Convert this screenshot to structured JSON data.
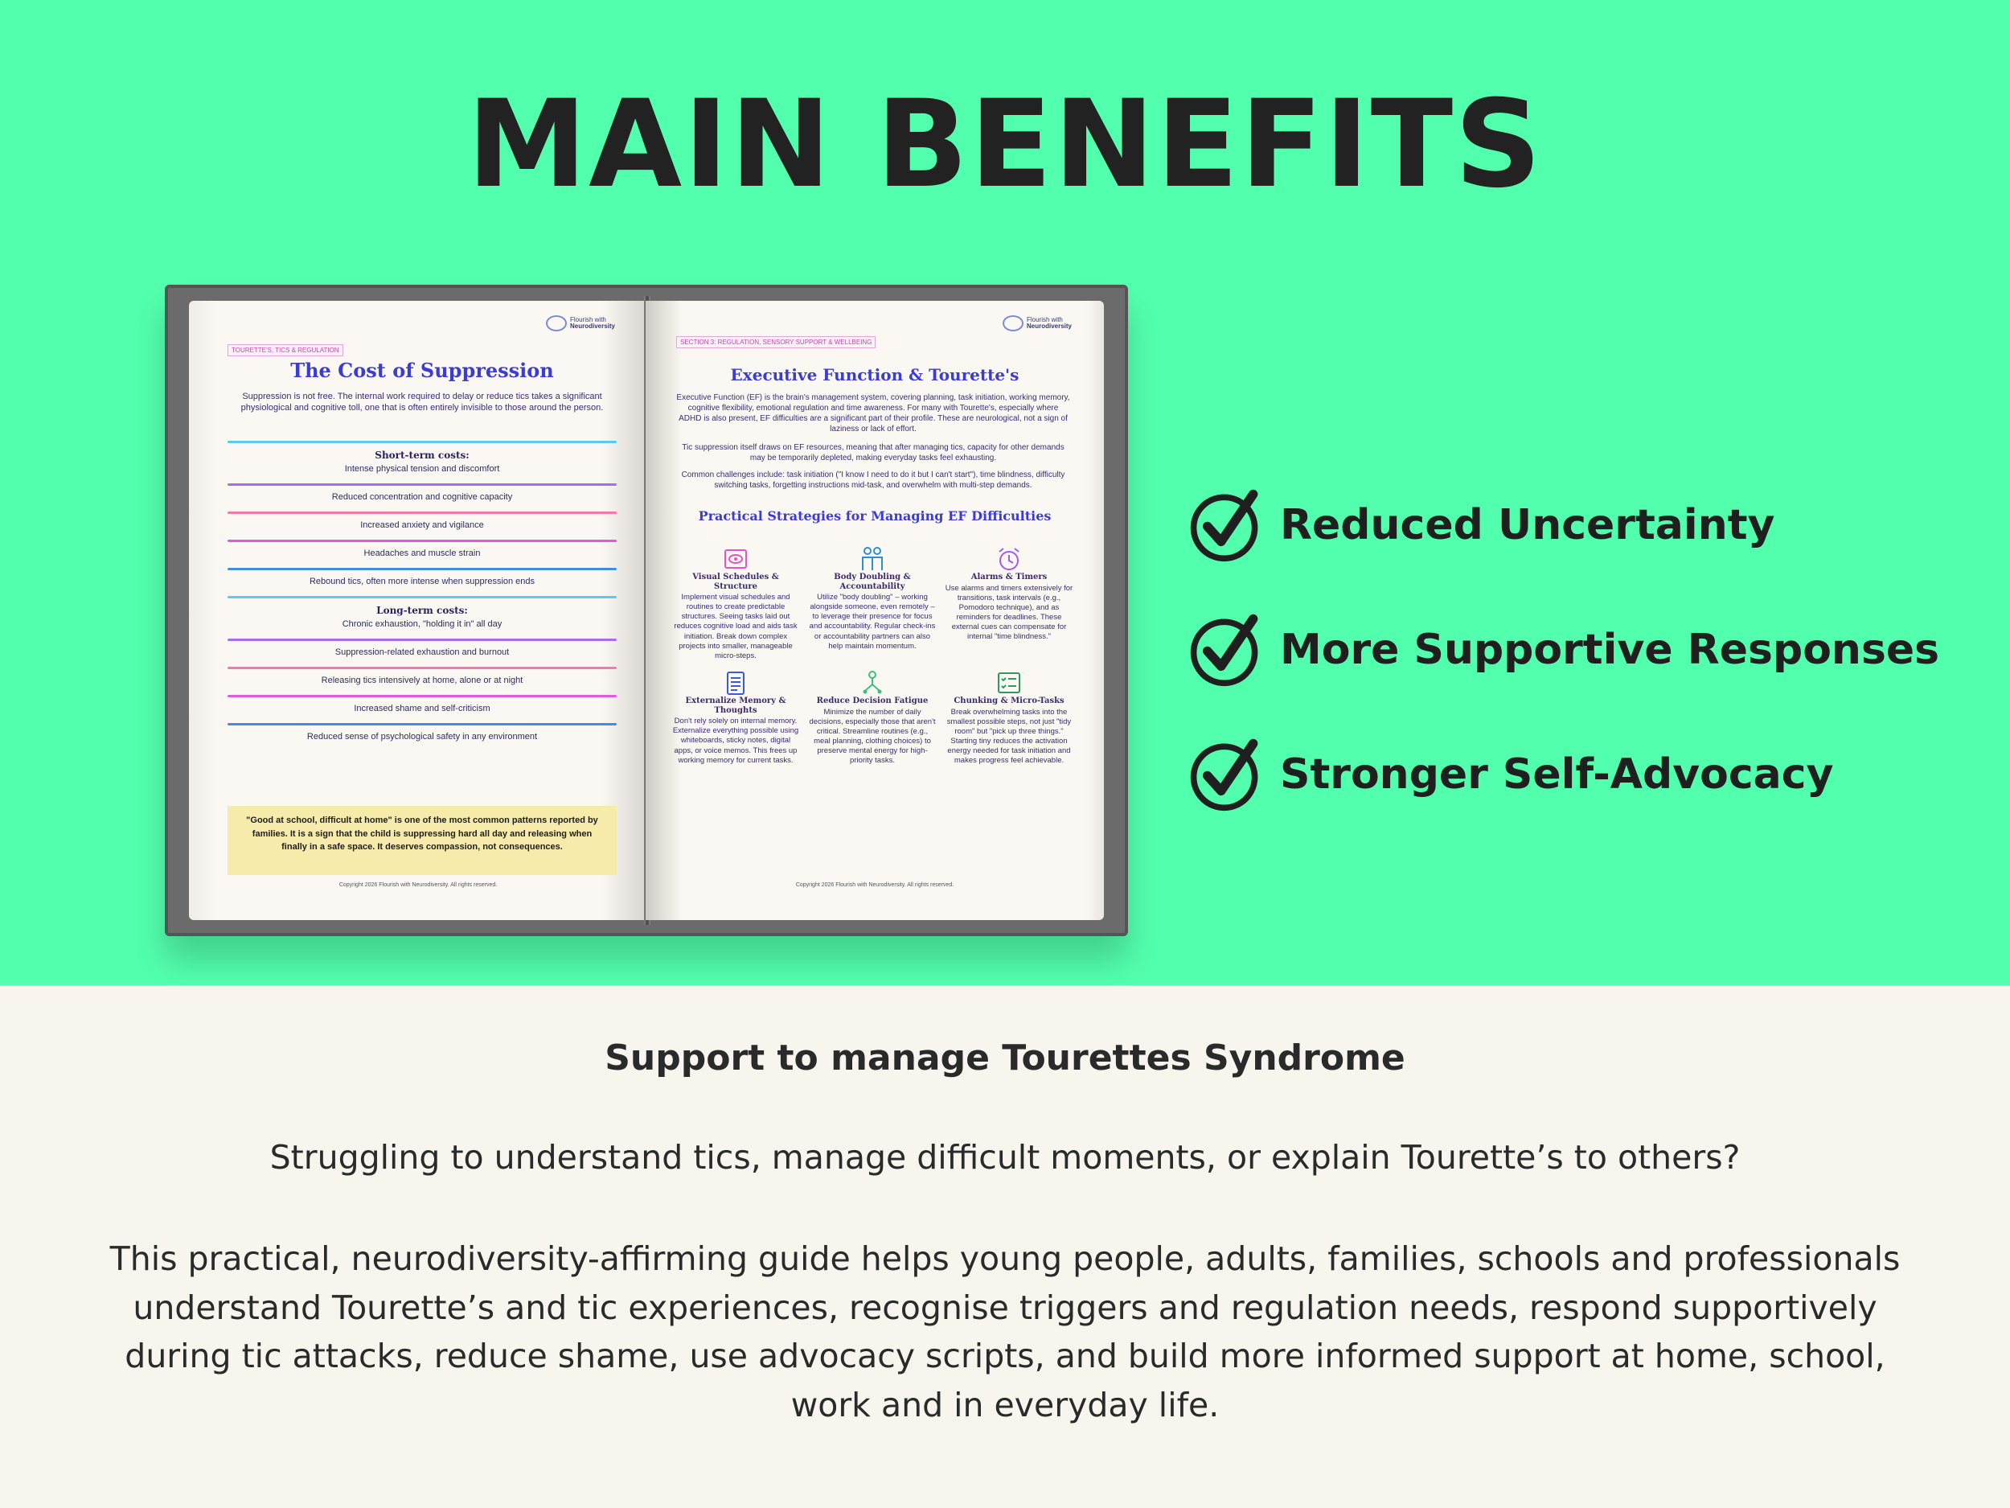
{
  "hero": {
    "title": "MAIN BENEFITS",
    "background": "#52ffad"
  },
  "book": {
    "left_page": {
      "logo": {
        "line1": "Flourish with",
        "line2": "Neurodiversity"
      },
      "tag": "TOURETTE'S, TICS & REGULATION",
      "title": "The Cost of Suppression",
      "intro": "Suppression is not free. The internal work required to delay or reduce tics takes a significant physiological and cognitive toll, one that is often entirely invisible to those around the person.",
      "short_term_heading": "Short-term costs:",
      "short_term": [
        "Intense physical tension and discomfort",
        "Reduced concentration and cognitive capacity",
        "Increased anxiety and vigilance",
        "Headaches and muscle strain",
        "Rebound tics, often more intense when suppression ends"
      ],
      "long_term_heading": "Long-term costs:",
      "long_term": [
        "Chronic exhaustion, \"holding it in\" all day",
        "Suppression-related exhaustion and burnout",
        "Releasing tics intensively at home, alone or at night",
        "Increased shame and self-criticism",
        "Reduced sense of psychological safety in any environment"
      ],
      "callout": "\"Good at school, difficult at home\" is one of the most common patterns reported by families. It is a sign that the child is suppressing hard all day and releasing when finally in a safe space. It deserves compassion, not consequences.",
      "copyright": "Copyright 2026 Flourish with Neurodiversity. All rights reserved."
    },
    "right_page": {
      "logo": {
        "line1": "Flourish with",
        "line2": "Neurodiversity"
      },
      "tag": "SECTION 3: REGULATION, SENSORY SUPPORT & WELLBEING",
      "title": "Executive Function & Tourette's",
      "para1": "Executive Function (EF) is the brain's management system, covering planning, task initiation, working memory, cognitive flexibility, emotional regulation and time awareness. For many with Tourette's, especially where ADHD is also present, EF difficulties are a significant part of their profile. These are neurological, not a sign of laziness or lack of effort.",
      "para2": "Tic suppression itself draws on EF resources, meaning that after managing tics, capacity for other demands may be temporarily depleted, making everyday tasks feel exhausting.",
      "para3": "Common challenges include: task initiation (\"I know I need to do it but I can't start\"), time blindness, difficulty switching tasks, forgetting instructions mid-task, and overwhelm with multi-step demands.",
      "strategies_title": "Practical Strategies for Managing EF Difficulties",
      "strategies": [
        {
          "icon": "eye-schedule-icon",
          "title": "Visual Schedules & Structure",
          "text": "Implement visual schedules and routines to create predictable structures. Seeing tasks laid out reduces cognitive load and aids task initiation. Break down complex projects into smaller, manageable micro-steps."
        },
        {
          "icon": "people-icon",
          "title": "Body Doubling & Accountability",
          "text": "Utilize \"body doubling\" – working alongside someone, even remotely – to leverage their presence for focus and accountability. Regular check-ins or accountability partners can also help maintain momentum."
        },
        {
          "icon": "alarm-clock-icon",
          "title": "Alarms & Timers",
          "text": "Use alarms and timers extensively for transitions, task intervals (e.g., Pomodoro technique), and as reminders for deadlines. These external cues can compensate for internal \"time blindness.\""
        },
        {
          "icon": "notepad-icon",
          "title": "Externalize Memory & Thoughts",
          "text": "Don't rely solely on internal memory. Externalize everything possible using whiteboards, sticky notes, digital apps, or voice memos. This frees up working memory for current tasks."
        },
        {
          "icon": "decision-tree-icon",
          "title": "Reduce Decision Fatigue",
          "text": "Minimize the number of daily decisions, especially those that aren't critical. Streamline routines (e.g., meal planning, clothing choices) to preserve mental energy for high-priority tasks."
        },
        {
          "icon": "checklist-icon",
          "title": "Chunking & Micro-Tasks",
          "text": "Break overwhelming tasks into the smallest possible steps, not just \"tidy room\" but \"pick up three things.\" Starting tiny reduces the activation energy needed for task initiation and makes progress feel achievable."
        }
      ],
      "copyright": "Copyright 2026 Flourish with Neurodiversity. All rights reserved."
    }
  },
  "benefits": [
    "Reduced Uncertainty",
    "More Supportive Responses",
    "Stronger Self-Advocacy"
  ],
  "description": {
    "title": "Support to manage Tourettes Syndrome",
    "intro": "Struggling to understand tics, manage difficult moments, or explain Tourette’s to others?",
    "body": "This practical, neurodiversity-affirming guide helps young people, adults, families, schools and professionals understand Tourette’s and tic experiences, recognise triggers and regulation needs, respond supportively during tic attacks, reduce shame, use advocacy scripts, and build more informed support at home, school, work and in everyday life."
  },
  "colors": {
    "accent_green": "#52ffad",
    "bottom_bg": "#f8f4ee",
    "heading_blue": "#3b3bd6",
    "callout_yellow": "#f6ebab",
    "rule_colors": [
      "#5ec8f2",
      "#a66cf0",
      "#f07aa8",
      "#e05ae0",
      "#3f8fe0"
    ]
  }
}
